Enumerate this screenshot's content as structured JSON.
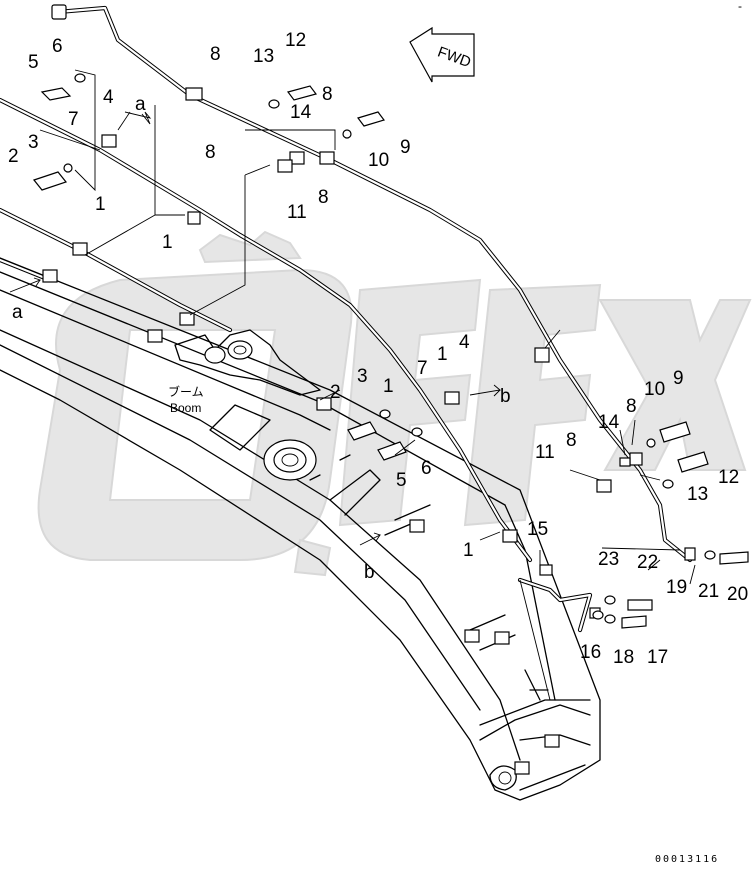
{
  "drawing": {
    "labels": [
      {
        "text": "5"
      },
      {
        "text": "6"
      },
      {
        "text": "4"
      },
      {
        "text": "a"
      },
      {
        "text": "7"
      },
      {
        "text": "3"
      },
      {
        "text": "2"
      },
      {
        "text": "1"
      },
      {
        "text": "8"
      },
      {
        "text": "13"
      },
      {
        "text": "12"
      },
      {
        "text": "8"
      },
      {
        "text": "14"
      },
      {
        "text": "9"
      },
      {
        "text": "10"
      },
      {
        "text": "11"
      },
      {
        "text": "8"
      },
      {
        "text": "1"
      },
      {
        "text": "a"
      },
      {
        "text": "8"
      },
      {
        "text": "7"
      },
      {
        "text": "1"
      },
      {
        "text": "4"
      },
      {
        "text": "2"
      },
      {
        "text": "3"
      },
      {
        "text": "1"
      },
      {
        "text": "b"
      },
      {
        "text": "6"
      },
      {
        "text": "5"
      },
      {
        "text": "9"
      },
      {
        "text": "10"
      },
      {
        "text": "8"
      },
      {
        "text": "14"
      },
      {
        "text": "11"
      },
      {
        "text": "8"
      },
      {
        "text": "12"
      },
      {
        "text": "13"
      },
      {
        "text": "15"
      },
      {
        "text": "1"
      },
      {
        "text": "23"
      },
      {
        "text": "22"
      },
      {
        "text": "19"
      },
      {
        "text": "21"
      },
      {
        "text": "20"
      },
      {
        "text": "b"
      },
      {
        "text": "16"
      },
      {
        "text": "18"
      },
      {
        "text": "17"
      }
    ],
    "fwd_label": "FWD",
    "boom_label_jp": "ブーム",
    "boom_label_en": "Boom",
    "drawing_code": "00013116",
    "corner_mark": "-"
  }
}
